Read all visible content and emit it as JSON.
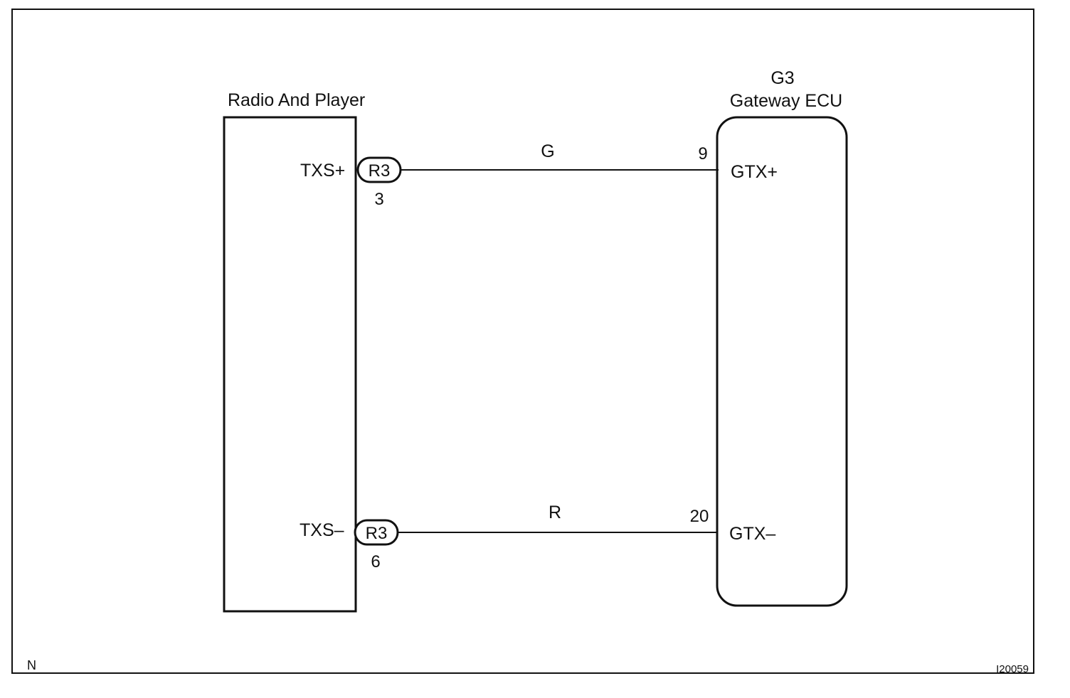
{
  "left_component": {
    "name": "Radio And Player",
    "terminals": [
      {
        "name": "TXS+",
        "connector": "R3",
        "pin": "3"
      },
      {
        "name": "TXS–",
        "connector": "R3",
        "pin": "6"
      }
    ]
  },
  "right_component": {
    "code": "G3",
    "name": "Gateway ECU",
    "terminals": [
      {
        "name": "GTX+",
        "pin": "9"
      },
      {
        "name": "GTX–",
        "pin": "20"
      }
    ]
  },
  "wires": [
    {
      "color_code": "G"
    },
    {
      "color_code": "R"
    }
  ],
  "corner_label": "N",
  "reference_id": "I20059"
}
